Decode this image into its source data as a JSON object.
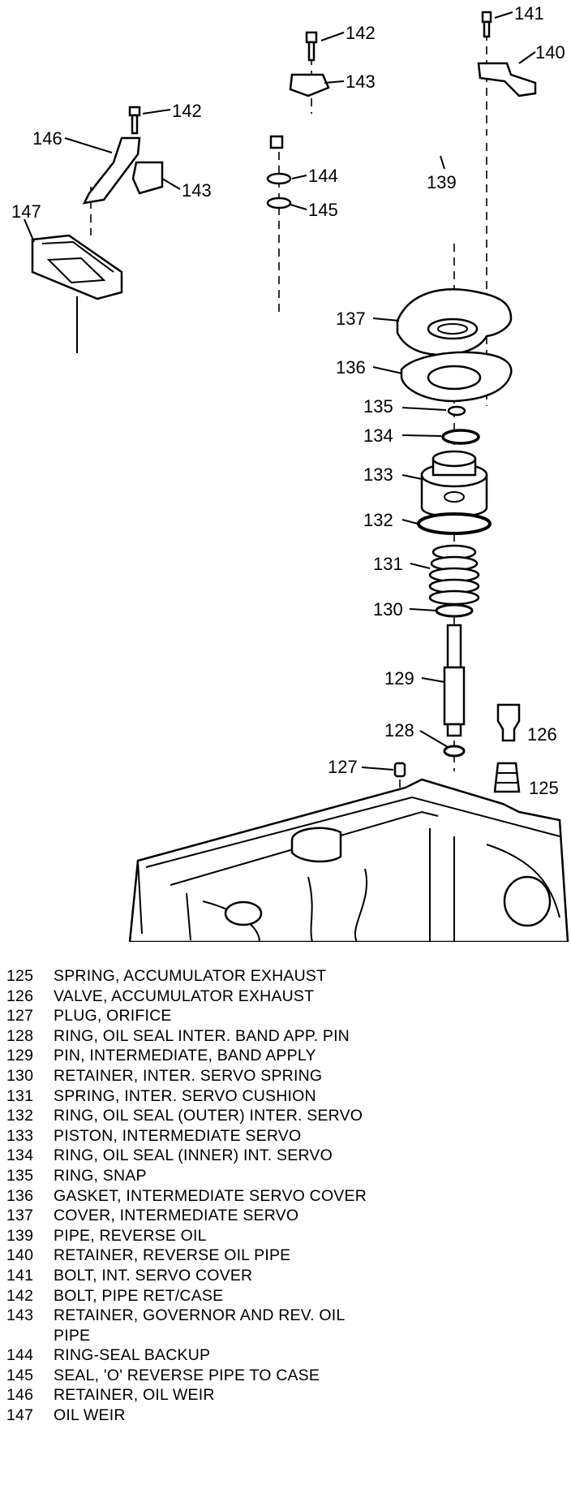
{
  "labels": {
    "l125": "125",
    "l126": "126",
    "l127": "127",
    "l128": "128",
    "l129": "129",
    "l130": "130",
    "l131": "131",
    "l132": "132",
    "l133": "133",
    "l134": "134",
    "l135": "135",
    "l136": "136",
    "l137": "137",
    "l139": "139",
    "l140": "140",
    "l141": "141",
    "l142a": "142",
    "l142b": "142",
    "l143a": "143",
    "l143b": "143",
    "l144": "144",
    "l145": "145",
    "l146": "146",
    "l147": "147"
  },
  "legend": [
    {
      "num": "125",
      "desc": "SPRING, ACCUMULATOR EXHAUST"
    },
    {
      "num": "126",
      "desc": "VALVE, ACCUMULATOR EXHAUST"
    },
    {
      "num": "127",
      "desc": "PLUG, ORIFICE"
    },
    {
      "num": "128",
      "desc": "RING, OIL SEAL INTER. BAND APP. PIN"
    },
    {
      "num": "129",
      "desc": "PIN, INTERMEDIATE, BAND APPLY"
    },
    {
      "num": "130",
      "desc": "RETAINER, INTER. SERVO SPRING"
    },
    {
      "num": "131",
      "desc": "SPRING, INTER. SERVO CUSHION"
    },
    {
      "num": "132",
      "desc": "RING, OIL SEAL (OUTER) INTER. SERVO"
    },
    {
      "num": "133",
      "desc": "PISTON, INTERMEDIATE SERVO"
    },
    {
      "num": "134",
      "desc": "RING, OIL SEAL (INNER) INT. SERVO"
    },
    {
      "num": "135",
      "desc": "RING, SNAP"
    },
    {
      "num": "136",
      "desc": "GASKET, INTERMEDIATE SERVO COVER"
    },
    {
      "num": "137",
      "desc": "COVER, INTERMEDIATE SERVO"
    },
    {
      "num": "139",
      "desc": "PIPE, REVERSE OIL"
    },
    {
      "num": "140",
      "desc": "RETAINER, REVERSE OIL PIPE"
    },
    {
      "num": "141",
      "desc": "BOLT, INT. SERVO COVER"
    },
    {
      "num": "142",
      "desc": "BOLT, PIPE RET/CASE"
    },
    {
      "num": "143",
      "desc": "RETAINER, GOVERNOR AND REV. OIL"
    },
    {
      "num": "",
      "desc": "PIPE"
    },
    {
      "num": "144",
      "desc": "RING-SEAL BACKUP"
    },
    {
      "num": "145",
      "desc": "SEAL, 'O' REVERSE PIPE TO CASE"
    },
    {
      "num": "146",
      "desc": "RETAINER, OIL WEIR"
    },
    {
      "num": "147",
      "desc": "OIL WEIR"
    }
  ]
}
